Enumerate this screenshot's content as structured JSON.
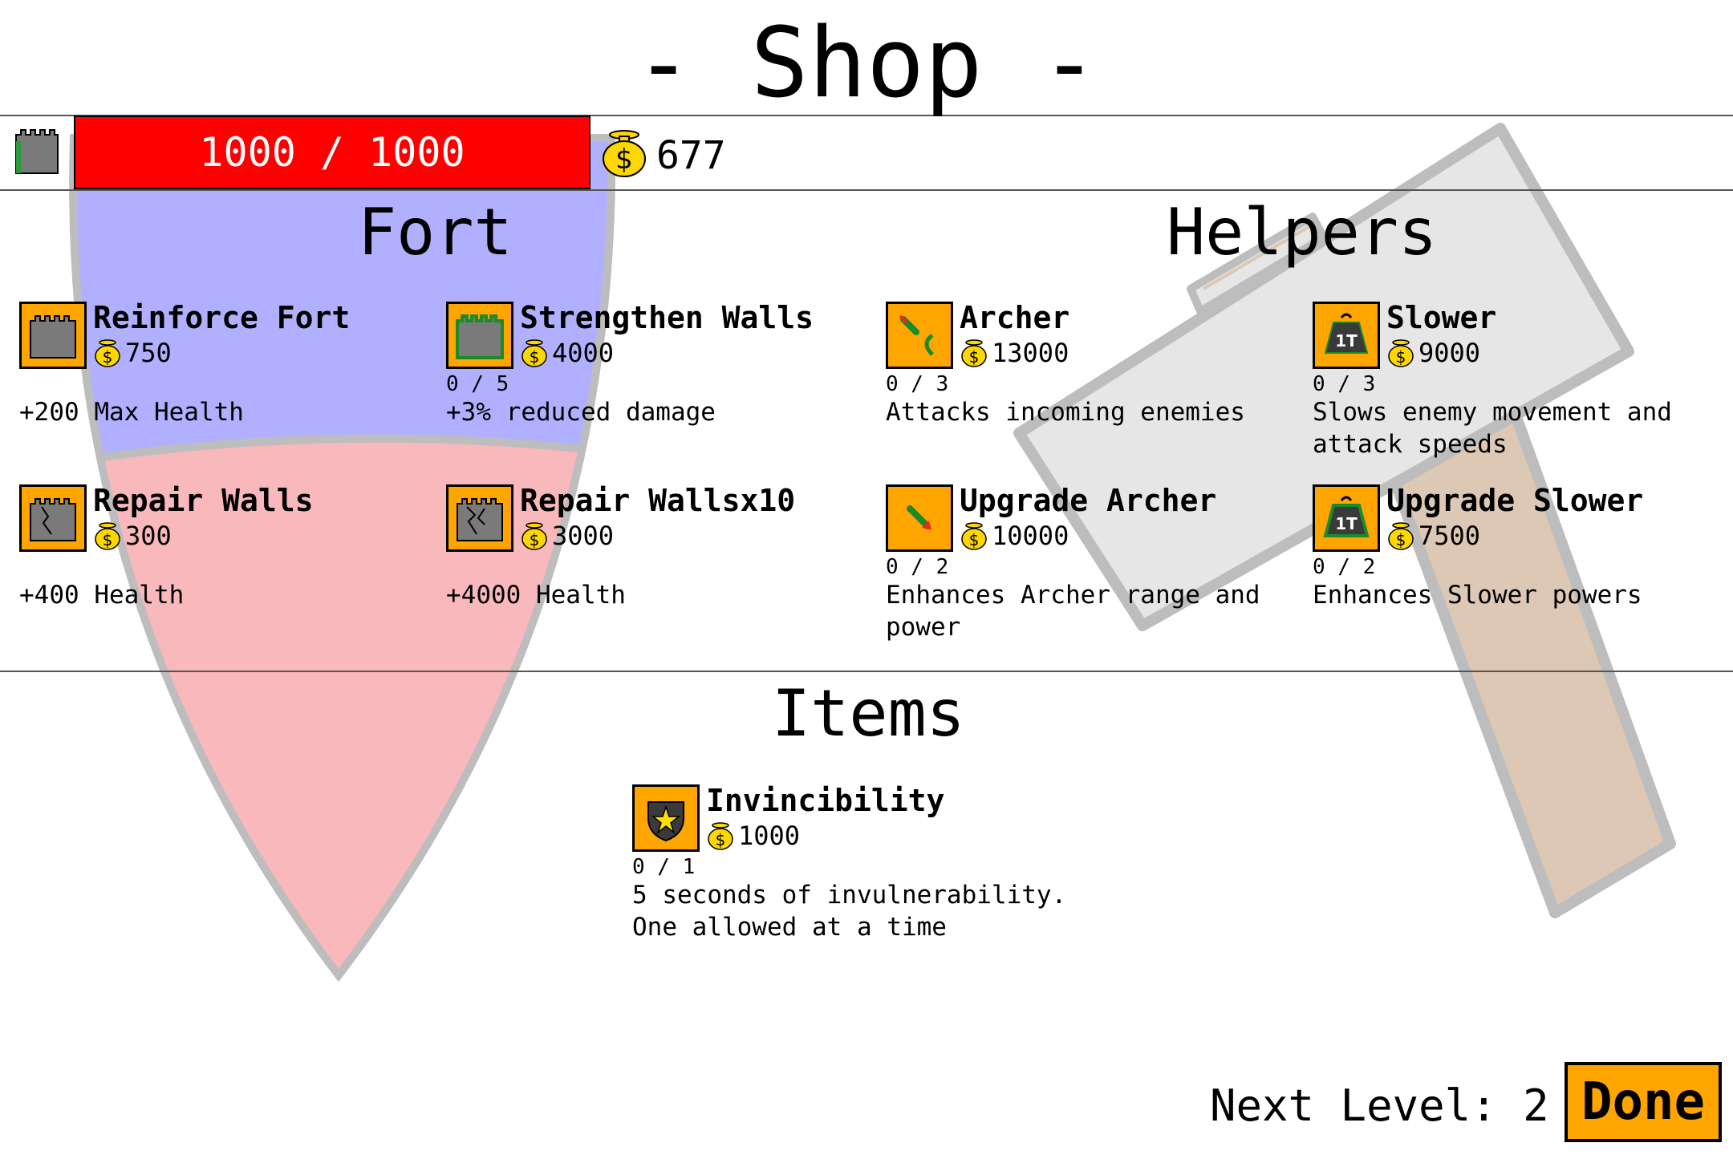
{
  "header": {
    "title": "- Shop -"
  },
  "status": {
    "health": "1000 / 1000",
    "coins": "677"
  },
  "sections": {
    "fort": "Fort",
    "helpers": "Helpers",
    "items": "Items"
  },
  "fort": [
    {
      "name": "Reinforce Fort",
      "cost": "750",
      "count": "",
      "desc": "+200 Max Health",
      "icon": "fort-wall-icon"
    },
    {
      "name": "Strengthen Walls",
      "cost": "4000",
      "count": "0 / 5",
      "desc": "+3% reduced damage",
      "icon": "wall-icon"
    },
    {
      "name": "Repair Walls",
      "cost": "300",
      "count": "",
      "desc": "+400 Health",
      "icon": "cracked-wall-icon"
    },
    {
      "name": "Repair Wallsx10",
      "cost": "3000",
      "count": "",
      "desc": "+4000 Health",
      "icon": "cracked-wall-icon"
    }
  ],
  "helpers": [
    {
      "name": "Archer",
      "cost": "13000",
      "count": "0 / 3",
      "desc": "Attacks incoming enemies",
      "icon": "archer-icon"
    },
    {
      "name": "Slower",
      "cost": "9000",
      "count": "0 / 3",
      "desc": "Slows enemy movement and attack speeds",
      "icon": "weight-icon"
    },
    {
      "name": "Upgrade Archer",
      "cost": "10000",
      "count": "0 / 2",
      "desc": "Enhances Archer range and power",
      "icon": "arrow-upgrade-icon"
    },
    {
      "name": "Upgrade Slower",
      "cost": "7500",
      "count": "0 / 2",
      "desc": "Enhances Slower powers",
      "icon": "weight-upgrade-icon"
    }
  ],
  "items": [
    {
      "name": "Invincibility",
      "cost": "1000",
      "count": "0 / 1",
      "desc": "5 seconds of invulnerability. One allowed at a time",
      "icon": "shield-star-icon"
    }
  ],
  "footer": {
    "next_level": "Next Level: 2",
    "done": "Done"
  },
  "colors": {
    "health_bar": "#ff0000",
    "icon_bg": "#ffa500",
    "fort_upper": "#b0b0ff",
    "fort_lower": "#f8b8bc",
    "hammer_head": "#e6e6e6",
    "hammer_handle": "#dcc8b4"
  }
}
